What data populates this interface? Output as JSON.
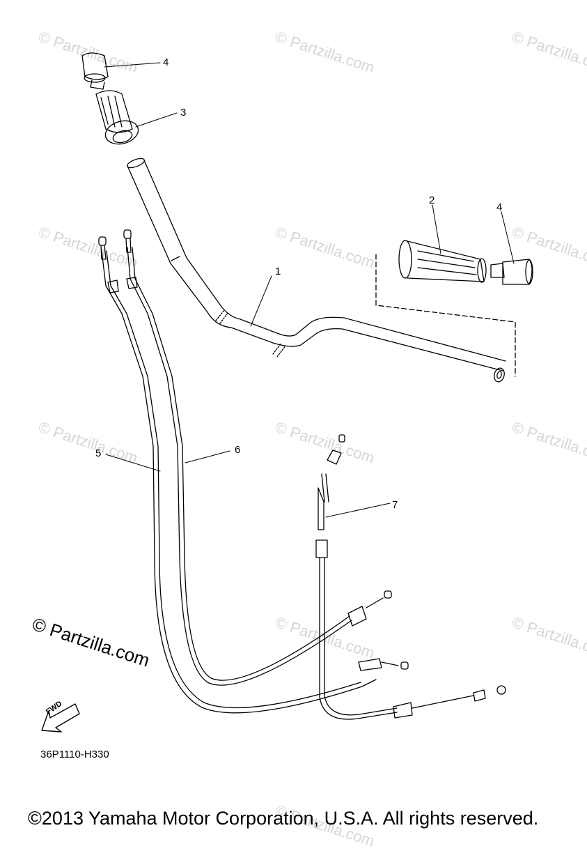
{
  "watermark_text": "© Partzilla.com",
  "callouts": {
    "c1": "1",
    "c2": "2",
    "c3": "3",
    "c4a": "4",
    "c4b": "4",
    "c5": "5",
    "c6": "6",
    "c7": "7"
  },
  "corner_watermark": "© Partzilla.com",
  "fwd_label": "FWD",
  "diagram_code": "36P1110-H330",
  "copyright": "©2013 Yamaha Motor Corporation, U.S.A. All rights reserved."
}
